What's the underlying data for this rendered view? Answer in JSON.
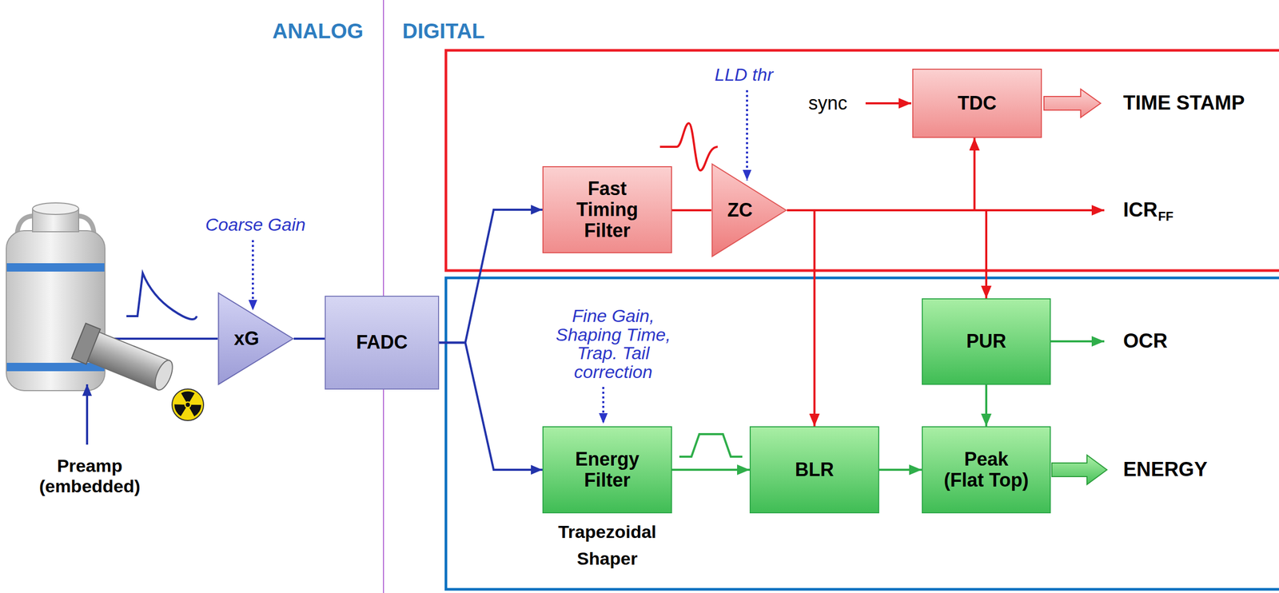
{
  "diagram": {
    "nodes": [
      {
        "text": [
          "xG"
        ]
      },
      {
        "text": [
          "FADC"
        ]
      },
      {
        "text": [
          "Fast Timing Filter"
        ]
      },
      {
        "text": [
          "ZC"
        ]
      },
      {
        "text": [
          "TDC"
        ]
      },
      {
        "text": [
          "Energy Filter",
          "Trapezoidal Shaper"
        ]
      },
      {
        "text": [
          "BLR"
        ]
      },
      {
        "text": [
          "PUR"
        ]
      },
      {
        "text": [
          "Peak (Flat Top)"
        ]
      }
    ],
    "edges": [
      {
        "from": 0,
        "to": 1,
        "arrow": "none"
      },
      {
        "from": 1,
        "to": 2,
        "arrow": "to"
      },
      {
        "from": 1,
        "to": 5,
        "arrow": "to"
      },
      {
        "from": 2,
        "to": 3,
        "arrow": "none"
      },
      {
        "from": 3,
        "to": 4,
        "arrow": "to"
      },
      {
        "from": 3,
        "to": 6,
        "arrow": "to"
      },
      {
        "from": 3,
        "to": 7,
        "arrow": "to"
      },
      {
        "from": 5,
        "to": 6,
        "arrow": "to"
      },
      {
        "from": 6,
        "to": 8,
        "arrow": "to"
      },
      {
        "from": 7,
        "to": 8,
        "arrow": "to"
      }
    ],
    "labels": [
      "ANALOG",
      "DIGITAL",
      "Coarse Gain",
      "LLD thr",
      "sync",
      "TIME STAMP",
      "ICR",
      "FF",
      "OCR",
      "ENERGY",
      "Fine Gain, Shaping Time, Trap. Tail correction",
      "Preamp (embedded)"
    ]
  }
}
